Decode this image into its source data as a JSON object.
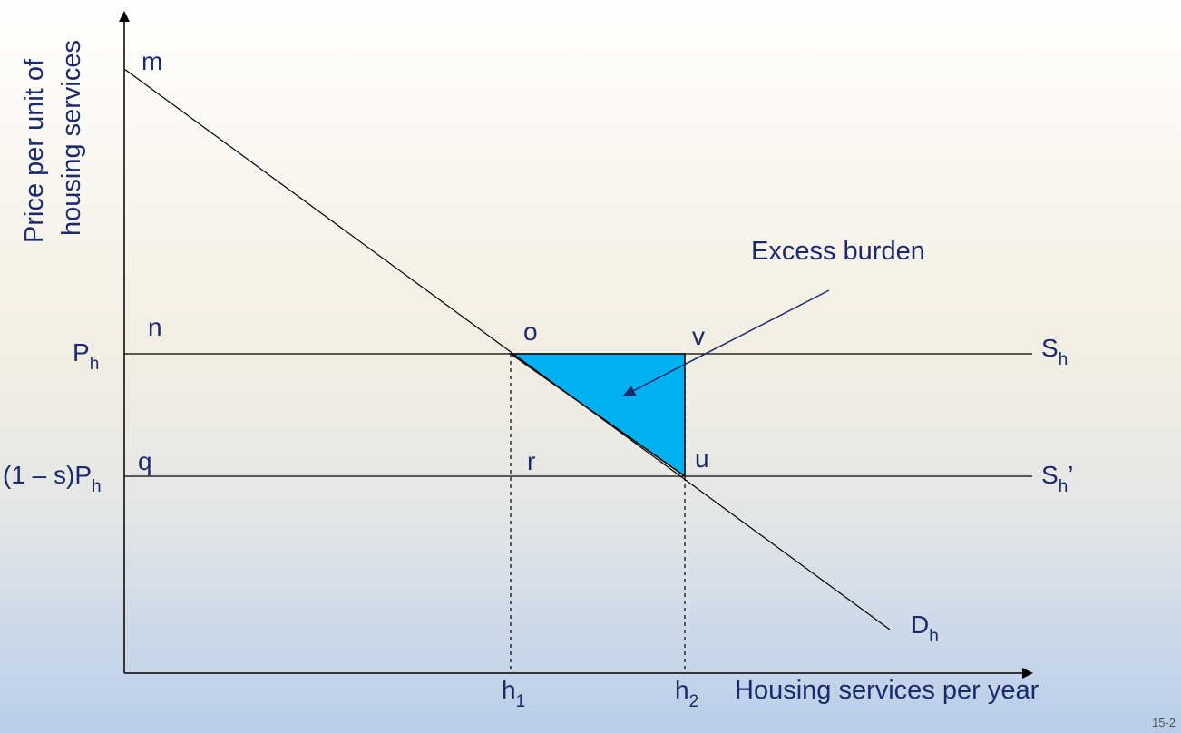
{
  "axes": {
    "y_title_line1": "Price per unit of",
    "y_title_line2": "housing services",
    "x_title": "Housing services per year"
  },
  "price_labels": {
    "ph_main": "P",
    "ph_sub": "h",
    "subsidized_main": "(1 – s)P",
    "subsidized_sub": "h"
  },
  "quantity_labels": {
    "h1_main": "h",
    "h1_sub": "1",
    "h2_main": "h",
    "h2_sub": "2"
  },
  "curves": {
    "supply_main": "S",
    "supply_sub": "h",
    "supply_sub_new": "S",
    "supply_sub_new_sub": "h",
    "supply_sub_new_prime": "’",
    "demand_main": "D",
    "demand_sub": "h"
  },
  "points": {
    "m": "m",
    "n": "n",
    "o": "o",
    "v": "v",
    "q": "q",
    "r": "r",
    "u": "u"
  },
  "annotation": {
    "excess_burden": "Excess burden"
  },
  "colors": {
    "triangle_fill": "#00b0f0",
    "text": "#1b2a6b",
    "line": "#000000",
    "arrow": "#1b2a6b"
  },
  "slide_number": "15-2"
}
